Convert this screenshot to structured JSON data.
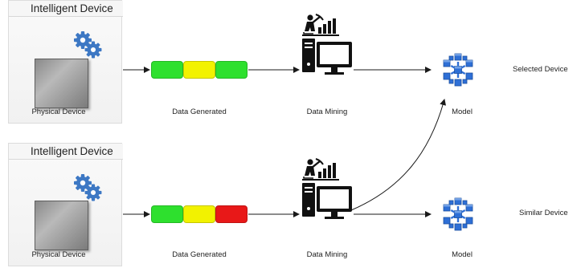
{
  "rows": [
    {
      "panel_title": "Intelligent Device",
      "device_label": "Physical Device",
      "data_label": "Data Generated",
      "bar_colors": [
        "#2ee02e",
        "#f2f200",
        "#2ee02e"
      ],
      "mining_label": "Data Mining",
      "model_label": "Model",
      "result_label": "Selected Device"
    },
    {
      "panel_title": "Intelligent Device",
      "device_label": "Physical Device",
      "data_label": "Data Generated",
      "bar_colors": [
        "#2ee02e",
        "#f2f200",
        "#e81818"
      ],
      "mining_label": "Data Mining",
      "model_label": "Model",
      "result_label": "Similar Device"
    }
  ],
  "colors": {
    "gear": "#3d78c4",
    "model": "#2e6fd6",
    "arrow": "#1a1a1a"
  },
  "icons": {
    "gear": "gears-icon",
    "miner": "miner-with-chart-icon",
    "computer": "desktop-computer-icon",
    "model": "molecule-model-icon"
  }
}
